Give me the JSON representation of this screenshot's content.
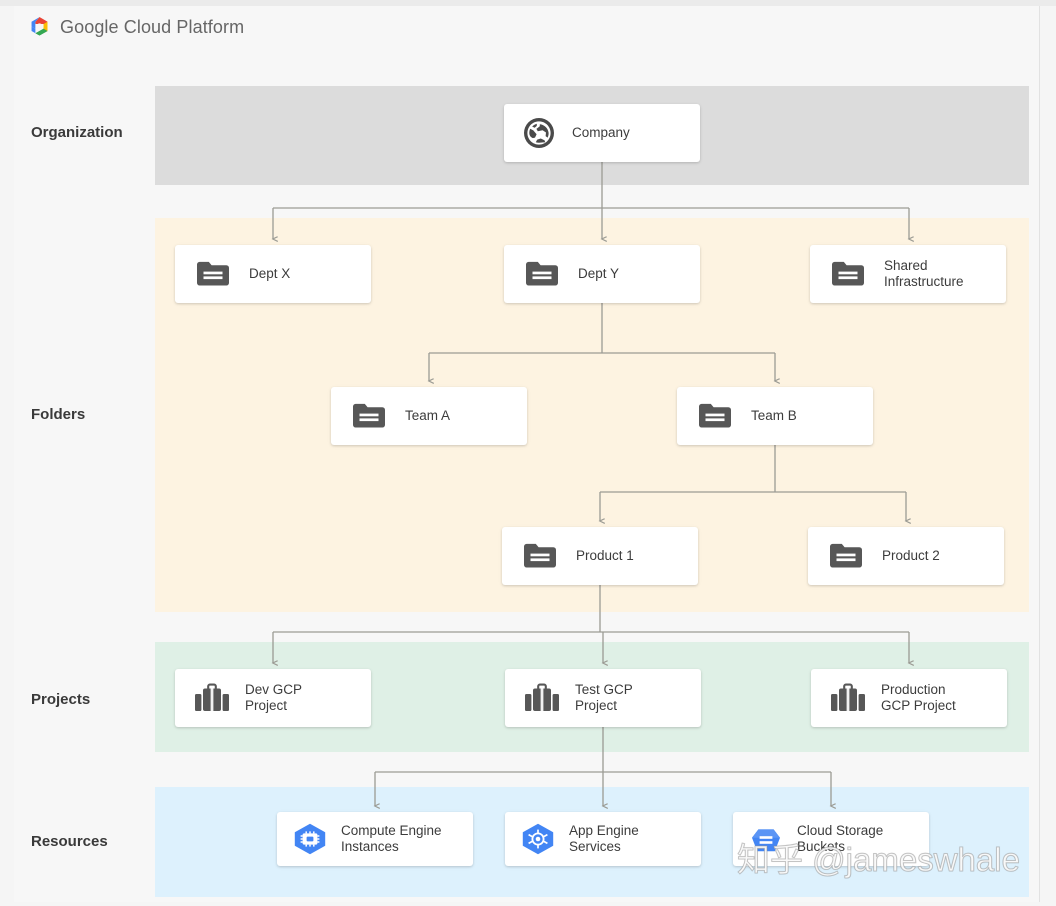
{
  "header": {
    "brand": "Google Cloud Platform",
    "logo_icon": "google-cloud-hexagon-logo"
  },
  "colors": {
    "band_organization": "#dcdcdc",
    "band_folders": "#fdf3e1",
    "band_projects": "#dff0e6",
    "band_resources": "#ddf1fd",
    "card_background": "#ffffff",
    "connector": "#9b9b94",
    "icon_dark": "#575757",
    "gcp_blue": "#4285f4",
    "page_background": "#f5f5f5"
  },
  "tiers": [
    {
      "label": "Organization"
    },
    {
      "label": "Folders"
    },
    {
      "label": "Projects"
    },
    {
      "label": "Resources"
    }
  ],
  "nodes": {
    "organization": [
      {
        "label": "Company",
        "icon": "globe-icon"
      }
    ],
    "folders_level1": [
      {
        "label": "Dept X",
        "icon": "folder-icon"
      },
      {
        "label": "Dept Y",
        "icon": "folder-icon"
      },
      {
        "label": "Shared\nInfrastructure",
        "icon": "folder-icon"
      }
    ],
    "folders_level2": [
      {
        "label": "Team A",
        "icon": "folder-icon"
      },
      {
        "label": "Team B",
        "icon": "folder-icon"
      }
    ],
    "folders_level3": [
      {
        "label": "Product 1",
        "icon": "folder-icon"
      },
      {
        "label": "Product 2",
        "icon": "folder-icon"
      }
    ],
    "projects": [
      {
        "label": "Dev GCP\nProject",
        "icon": "project-briefcase-icon"
      },
      {
        "label": "Test GCP\nProject",
        "icon": "project-briefcase-icon"
      },
      {
        "label": "Production\nGCP Project",
        "icon": "project-briefcase-icon"
      }
    ],
    "resources": [
      {
        "label": "Compute Engine\nInstances",
        "icon": "compute-engine-icon"
      },
      {
        "label": "App Engine\nServices",
        "icon": "app-engine-icon"
      },
      {
        "label": "Cloud Storage\nBuckets",
        "icon": "cloud-storage-icon"
      }
    ]
  },
  "watermark": {
    "text": "知乎 @jameswhale"
  }
}
